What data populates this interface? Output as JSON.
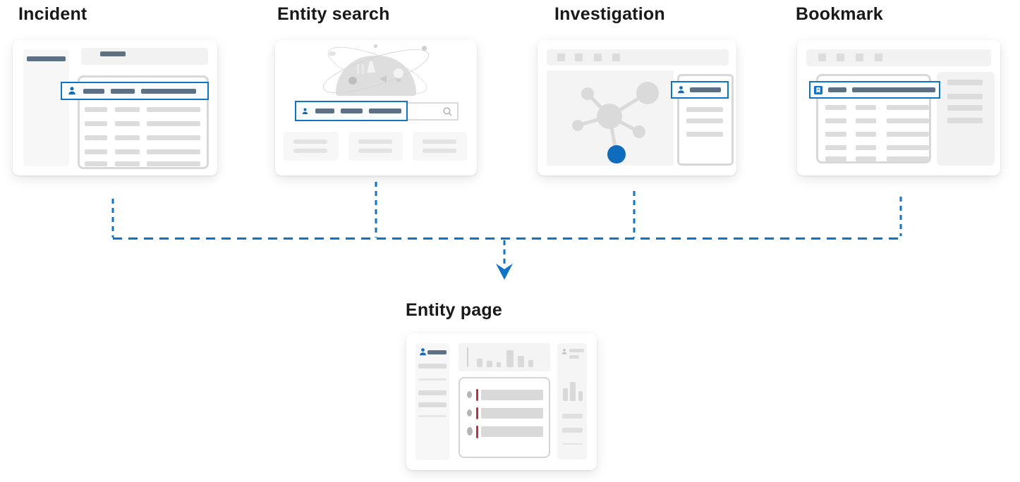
{
  "diagram": {
    "sources": [
      {
        "id": "incident",
        "label": "Incident"
      },
      {
        "id": "entity-search",
        "label": "Entity search"
      },
      {
        "id": "investigation",
        "label": "Investigation"
      },
      {
        "id": "bookmark",
        "label": "Bookmark"
      }
    ],
    "target": {
      "id": "entity-page",
      "label": "Entity page"
    },
    "colors": {
      "accent_blue": "#1173c5",
      "entity_icon_blue": "#0f6cbd",
      "slate_bar": "#5e7083",
      "alert_red": "#c2303c",
      "placeholder_gray": "#dcdcdc",
      "panel_gray": "#f2f2f2"
    },
    "icons": {
      "user": "person-bust",
      "bookmark": "bookmark-with-star",
      "search": "magnifier",
      "flow_arrow": "dashed-arrow-down"
    }
  }
}
